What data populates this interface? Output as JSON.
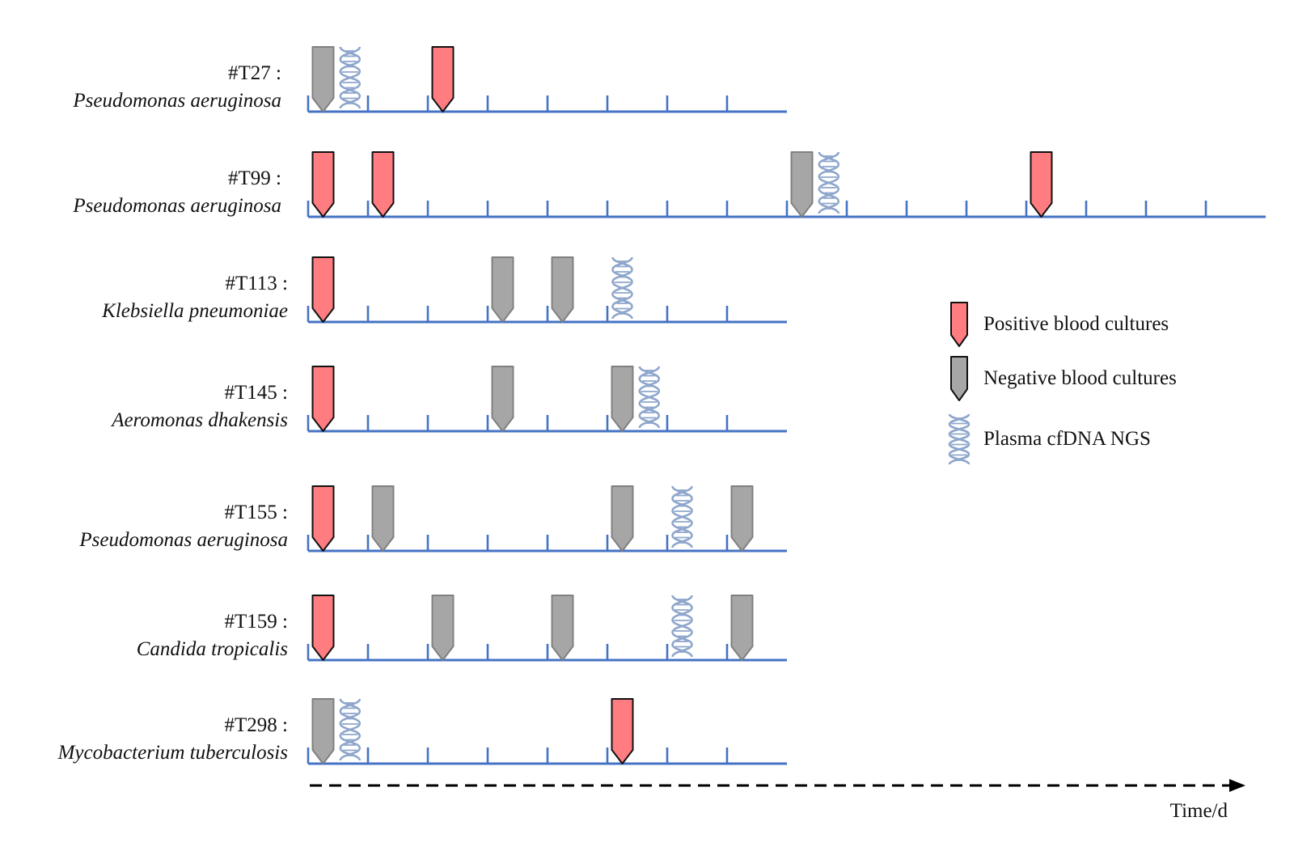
{
  "colors": {
    "axis": "#4472C4",
    "positive_fill": "#FF7C80",
    "negative_fill": "#A6A6A6",
    "negative_stroke": "#808080",
    "dna": "#8EA6CC"
  },
  "chart_data": {
    "type": "timeline",
    "x_unit": "days",
    "rows": [
      {
        "id": "#T27 :",
        "organism": "Pseudomonas aeruginosa",
        "ticks": 8,
        "events": [
          {
            "type": "negative",
            "day": 0.25
          },
          {
            "type": "ngs",
            "day": 0.7
          },
          {
            "type": "positive",
            "day": 2.25
          }
        ]
      },
      {
        "id": "#T99 :",
        "organism": "Pseudomonas aeruginosa",
        "ticks": 16,
        "events": [
          {
            "type": "positive",
            "day": 0.25
          },
          {
            "type": "positive",
            "day": 1.25
          },
          {
            "type": "negative",
            "day": 8.25
          },
          {
            "type": "ngs",
            "day": 8.7
          },
          {
            "type": "positive",
            "day": 12.25
          }
        ]
      },
      {
        "id": "#T113 :",
        "organism": "Klebsiella pneumoniae",
        "ticks": 8,
        "events": [
          {
            "type": "positive",
            "day": 0.25
          },
          {
            "type": "negative",
            "day": 3.25
          },
          {
            "type": "negative",
            "day": 4.25
          },
          {
            "type": "ngs",
            "day": 5.25
          }
        ]
      },
      {
        "id": "#T145 :",
        "organism": "Aeromonas dhakensis",
        "ticks": 8,
        "events": [
          {
            "type": "positive",
            "day": 0.25
          },
          {
            "type": "negative",
            "day": 3.25
          },
          {
            "type": "negative",
            "day": 5.25
          },
          {
            "type": "ngs",
            "day": 5.7
          }
        ]
      },
      {
        "id": "#T155 :",
        "organism": "Pseudomonas aeruginosa",
        "ticks": 8,
        "events": [
          {
            "type": "positive",
            "day": 0.25
          },
          {
            "type": "negative",
            "day": 1.25
          },
          {
            "type": "negative",
            "day": 5.25
          },
          {
            "type": "ngs",
            "day": 6.25
          },
          {
            "type": "negative",
            "day": 7.25
          }
        ]
      },
      {
        "id": "#T159 :",
        "organism": "Candida tropicalis",
        "ticks": 8,
        "events": [
          {
            "type": "positive",
            "day": 0.25
          },
          {
            "type": "negative",
            "day": 2.25
          },
          {
            "type": "negative",
            "day": 4.25
          },
          {
            "type": "ngs",
            "day": 6.25
          },
          {
            "type": "negative",
            "day": 7.25
          }
        ]
      },
      {
        "id": "#T298 :",
        "organism": "Mycobacterium tuberculosis",
        "ticks": 8,
        "events": [
          {
            "type": "negative",
            "day": 0.25
          },
          {
            "type": "ngs",
            "day": 0.7
          },
          {
            "type": "positive",
            "day": 5.25
          }
        ]
      }
    ],
    "legend": {
      "placement": "right",
      "items": [
        {
          "type": "positive",
          "label": "Positive blood cultures"
        },
        {
          "type": "negative",
          "label": "Negative blood cultures"
        },
        {
          "type": "ngs",
          "label": "Plasma cfDNA NGS"
        }
      ]
    },
    "time_axis": {
      "label": "Time/d",
      "style": "dashed-arrow"
    }
  }
}
